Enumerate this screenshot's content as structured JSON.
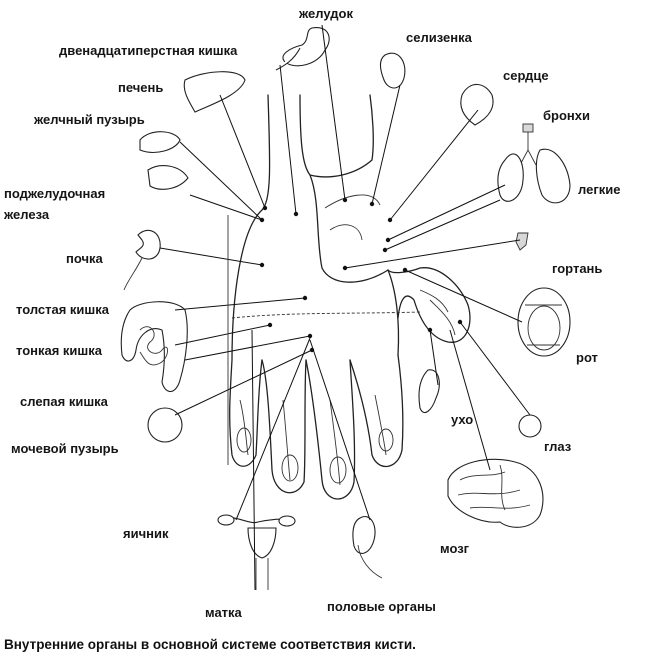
{
  "labels": {
    "stomach": "желудок",
    "duodenum": "двенадцатиперстная кишка",
    "spleen": "селизенка",
    "liver": "печень",
    "heart": "сердце",
    "gallbladder": "желчный пузырь",
    "bronchi": "бронхи",
    "pancreas_1": "поджелудочная",
    "pancreas_2": "железа",
    "lungs": "легкие",
    "kidney": "почка",
    "larynx": "гортань",
    "colon": "толстая кишка",
    "small_intestine": "тонкая кишка",
    "mouth": "рот",
    "cecum": "слепая кишка",
    "ear": "ухо",
    "bladder": "мочевой пузырь",
    "eye": "глаз",
    "ovary": "яичник",
    "brain": "мозг",
    "uterus": "матка",
    "genitals": "половые органы"
  },
  "caption": "Внутренние органы в основной системе соответствия кисти."
}
